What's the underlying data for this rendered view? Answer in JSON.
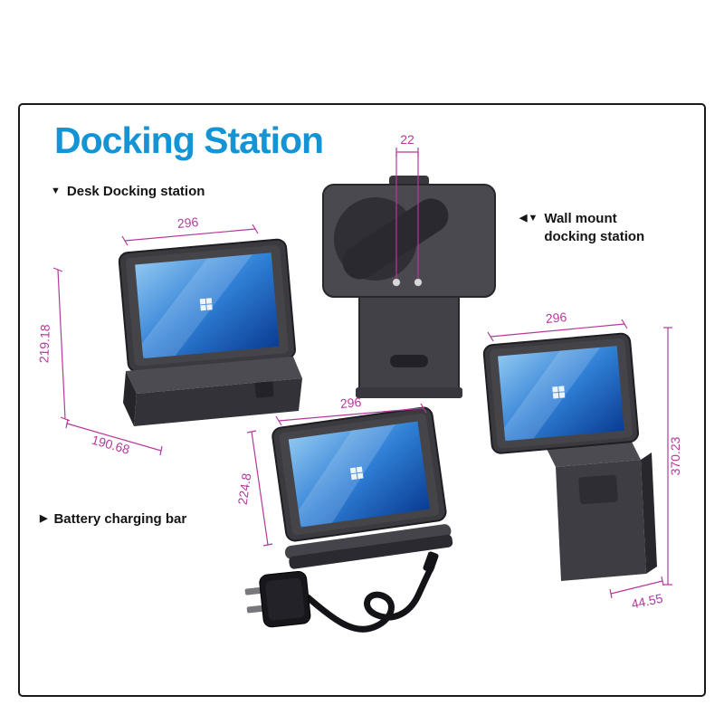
{
  "title": "Docking Station",
  "sections": {
    "desk": {
      "marker": "▼",
      "label": "Desk Docking station",
      "dims": {
        "width": "296",
        "height": "219.18",
        "depth": "190.68"
      }
    },
    "wall": {
      "marker": "◀▼",
      "label_line1": "Wall mount",
      "label_line2": "docking station",
      "rear_gap": "22",
      "dims": {
        "width": "296",
        "height": "370.23",
        "depth": "44.55"
      }
    },
    "battery": {
      "marker": "▶",
      "label": "Battery charging bar",
      "dims": {
        "width": "296",
        "height": "224.8"
      }
    }
  },
  "colors": {
    "title_blue": "#1494d4",
    "dimension_magenta": "#b5399b",
    "device_dark": "#3b3a40",
    "screen_blue": "#2f7fd6"
  }
}
